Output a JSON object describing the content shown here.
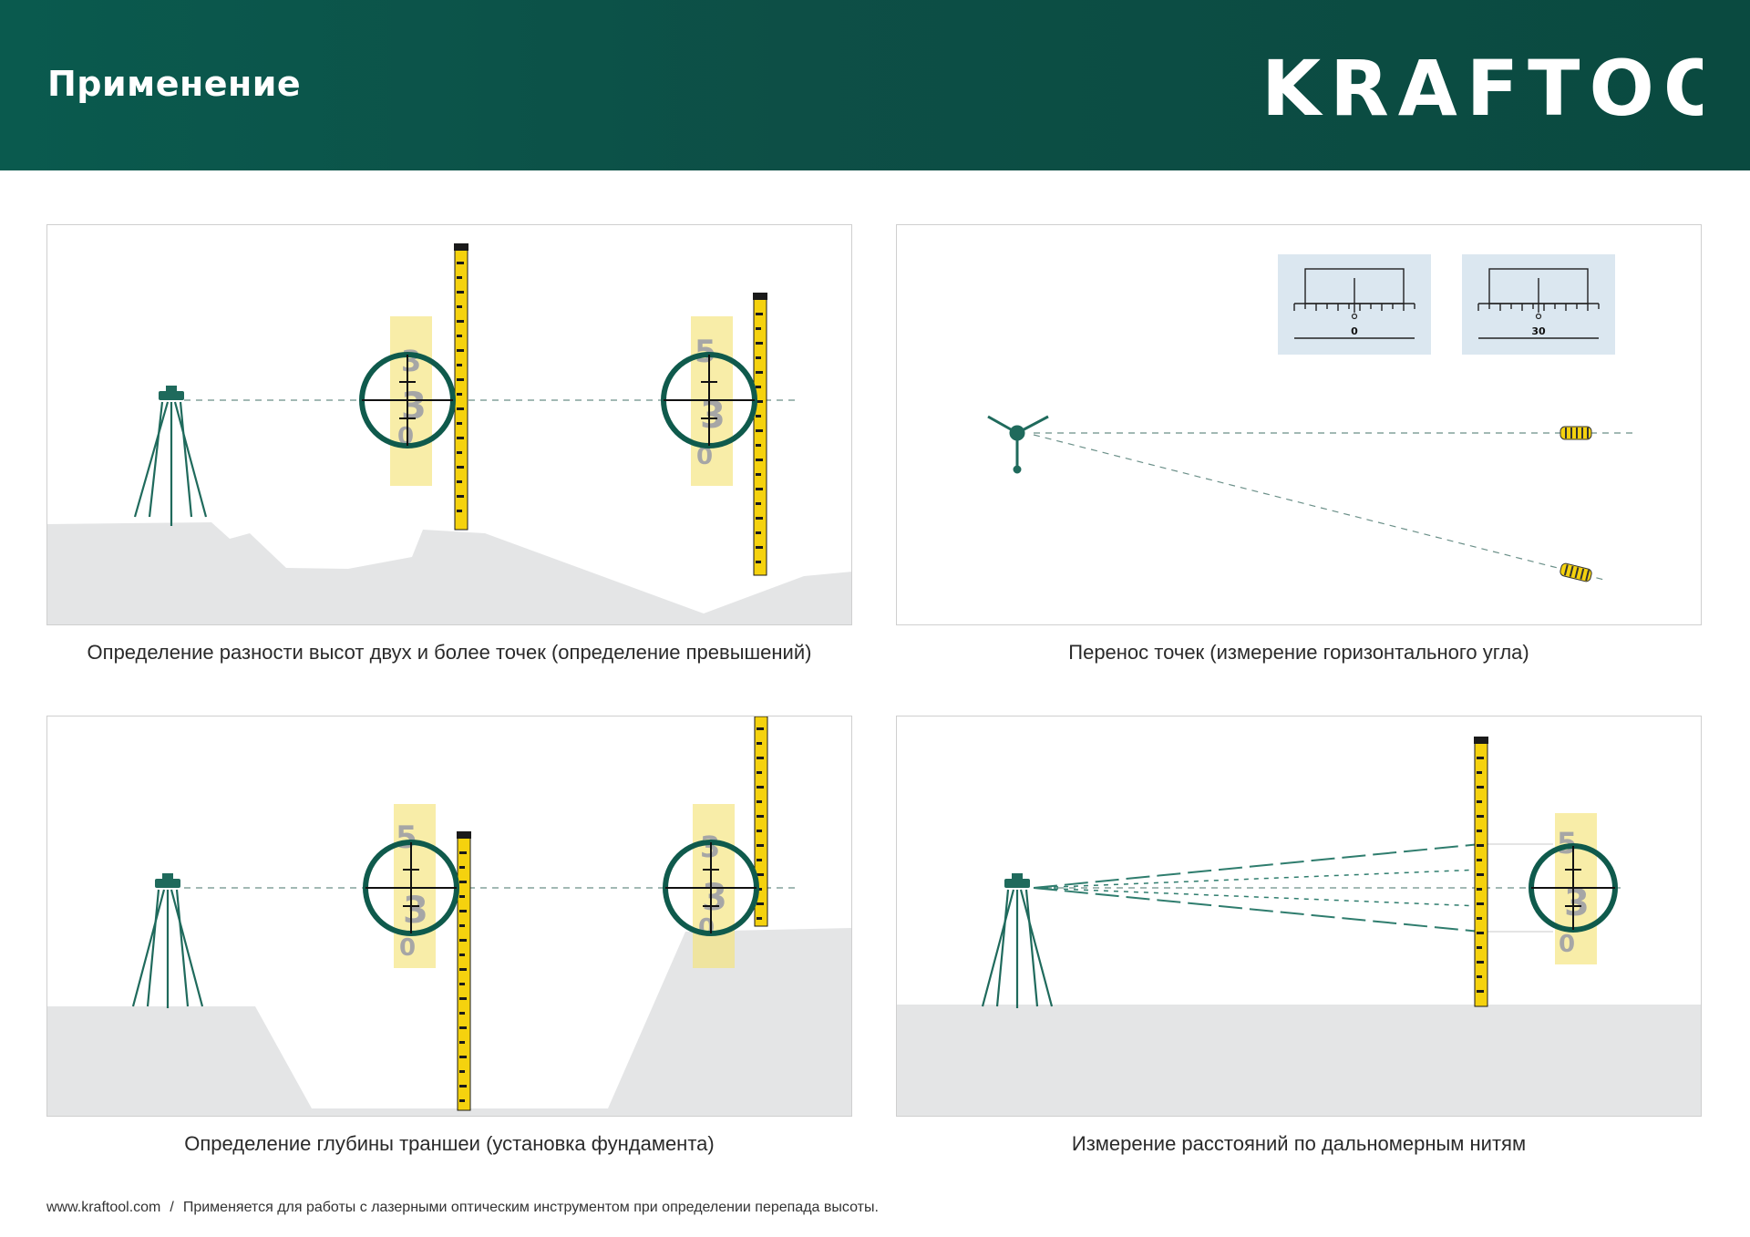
{
  "header": {
    "title": "Применение",
    "brand": "KRAFTOOL"
  },
  "panels": [
    {
      "caption": "Определение разности высот двух и более точек (определение превышений)"
    },
    {
      "caption": "Перенос точек (измерение горизонтального угла)",
      "scales": [
        "0",
        "30"
      ]
    },
    {
      "caption": "Определение глубины траншеи (установка фундамента)"
    },
    {
      "caption": "Измерение расстояний по дальномерным нитям"
    }
  ],
  "footer": {
    "site": "www.kraftool.com",
    "separator": "/",
    "note": "Применяется для работы с лазерными оптическим инструментом при определении перепада высоты."
  },
  "colors": {
    "header_bg": "#0d4f46",
    "accent_green": "#0f5a4c",
    "staff_yellow": "#f5d20e",
    "ground_gray": "#e4e5e6"
  }
}
